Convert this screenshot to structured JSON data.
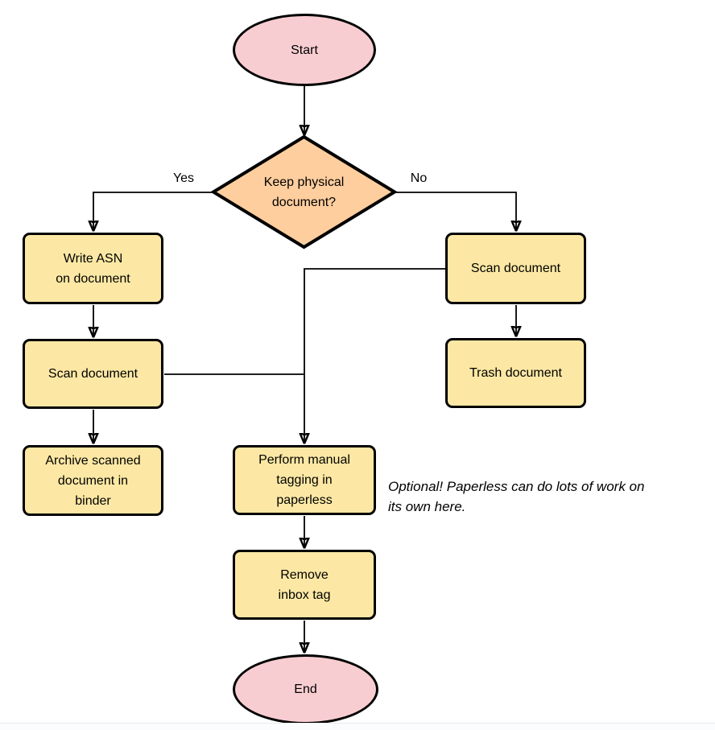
{
  "colors": {
    "terminator_fill": "#f8cdd1",
    "decision_fill": "#ffce9e",
    "process_fill": "#fce8a4",
    "stroke": "#000000",
    "text": "#000000"
  },
  "nodes": {
    "start": {
      "lines": [
        "Start"
      ]
    },
    "decision": {
      "lines": [
        "Keep physical",
        "document?"
      ]
    },
    "write_asn": {
      "lines": [
        "Write ASN",
        "on document"
      ]
    },
    "scan_left": {
      "lines": [
        "Scan document"
      ]
    },
    "archive": {
      "lines": [
        "Archive scanned",
        "document in",
        "binder"
      ]
    },
    "scan_right": {
      "lines": [
        "Scan document"
      ]
    },
    "trash": {
      "lines": [
        "Trash document"
      ]
    },
    "tagging": {
      "lines": [
        "Perform manual",
        "tagging in",
        "paperless"
      ]
    },
    "remove_inbox": {
      "lines": [
        "Remove",
        "inbox tag"
      ]
    },
    "end": {
      "lines": [
        "End"
      ]
    }
  },
  "edge_labels": {
    "yes": "Yes",
    "no": "No"
  },
  "annotation": {
    "lines": [
      "Optional! Paperless can do lots of work on",
      "its own here."
    ]
  }
}
